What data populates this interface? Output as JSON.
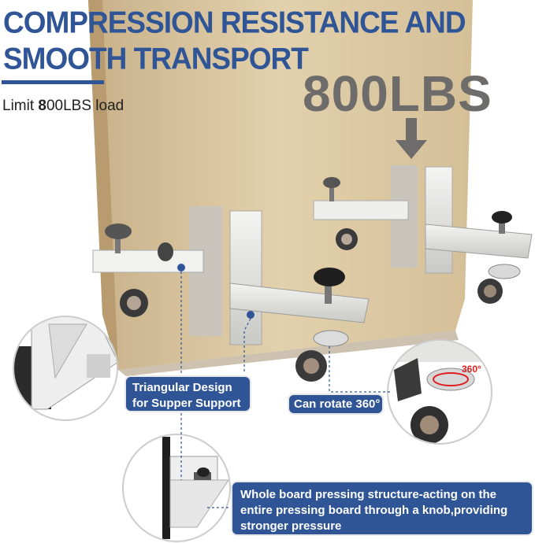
{
  "headline": {
    "line1": "COMPRESSION RESISTANCE AND",
    "line2": "SMOOTH TRANSPORT"
  },
  "load_note": {
    "prefix": "Limit ",
    "bold": "8",
    "suffix": "00LBS load"
  },
  "weight_callout": "800LBS",
  "callouts": {
    "triangular": "Triangular Design for Supper Support",
    "rotate": "Can rotate 360°",
    "pressing": "Whole board pressing structure-acting on the entire pressing board through a knob,providing stronger pressure",
    "degree_mark": "360°"
  },
  "colors": {
    "brand_blue": "#2f5597",
    "door_wood": "#d9c6a0",
    "weight_gray": "#6e6c6a",
    "accent_red": "#e02020"
  },
  "icons": [
    "down-arrow-icon",
    "dashed-connector-icon",
    "caster-wheel-icon",
    "knob-icon"
  ]
}
